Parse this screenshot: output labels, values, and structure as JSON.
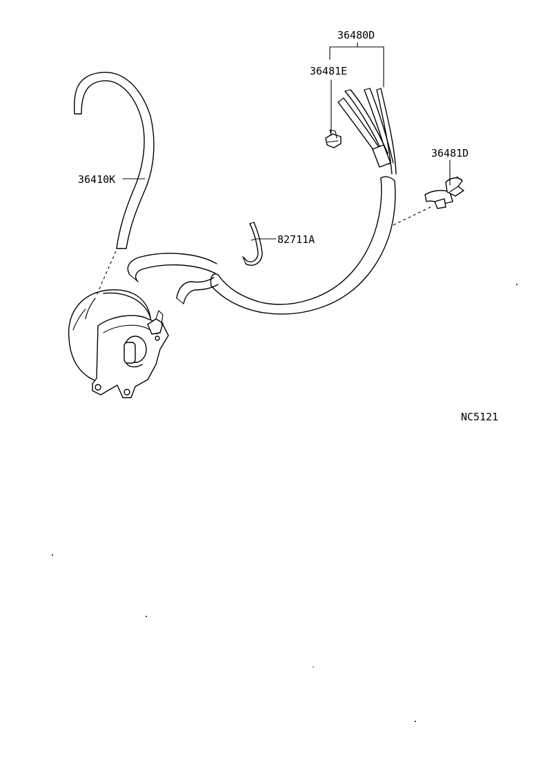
{
  "diagram": {
    "part_labels": {
      "harness": "36480D",
      "clamp_e": "36481E",
      "clamp_d": "36481D",
      "hose": "36410K",
      "clip": "82711A"
    },
    "figure_code": "NC5121"
  }
}
